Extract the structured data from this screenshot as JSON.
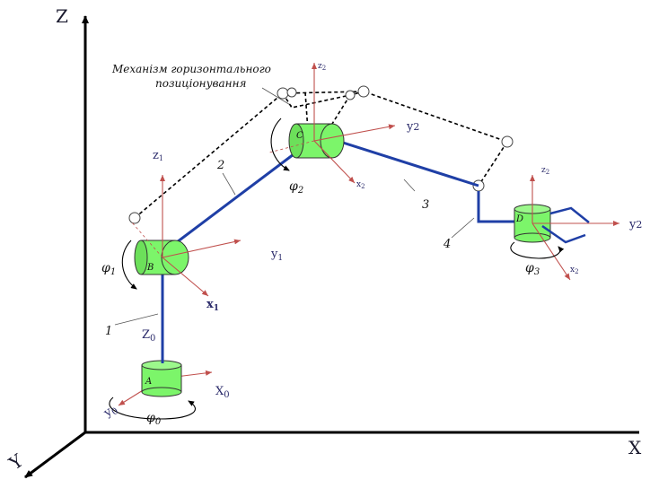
{
  "axes": {
    "z": "Z",
    "x": "X",
    "y": "Y"
  },
  "caption": {
    "line1": "Механізм горизонтального",
    "line2": "позиціонування"
  },
  "frames": {
    "base": {
      "z": "Z",
      "z_sub": "0",
      "x": "X",
      "x_sub": "0",
      "y": "y",
      "y_sub": "0"
    },
    "joint_b": {
      "z": "z",
      "z_sub": "1",
      "x": "x",
      "x_sub": "1",
      "y": "y",
      "y_sub": "1"
    },
    "joint_c": {
      "z": "z",
      "z_sub": "2",
      "x": "x",
      "x_sub": "2",
      "y": "y",
      "y_sub": "2"
    },
    "joint_d": {
      "z": "z",
      "z_sub": "2",
      "x": "x",
      "x_sub": "2",
      "y": "y",
      "y_sub": "2"
    }
  },
  "joints": {
    "a": "A",
    "b": "B",
    "c": "C",
    "d": "D"
  },
  "angles": {
    "phi0": "φ",
    "phi0_sub": "0",
    "phi1": "φ",
    "phi1_sub": "1",
    "phi2": "φ",
    "phi2_sub": "2",
    "phi3": "φ",
    "phi3_sub": "3"
  },
  "links": {
    "l1": "1",
    "l2": "2",
    "l3": "3",
    "l4": "4"
  },
  "colors": {
    "link": "#1f3fa6",
    "joint_fill": "#7cf56a",
    "frame_arrow": "#c0504d",
    "dashed": "#000000"
  }
}
